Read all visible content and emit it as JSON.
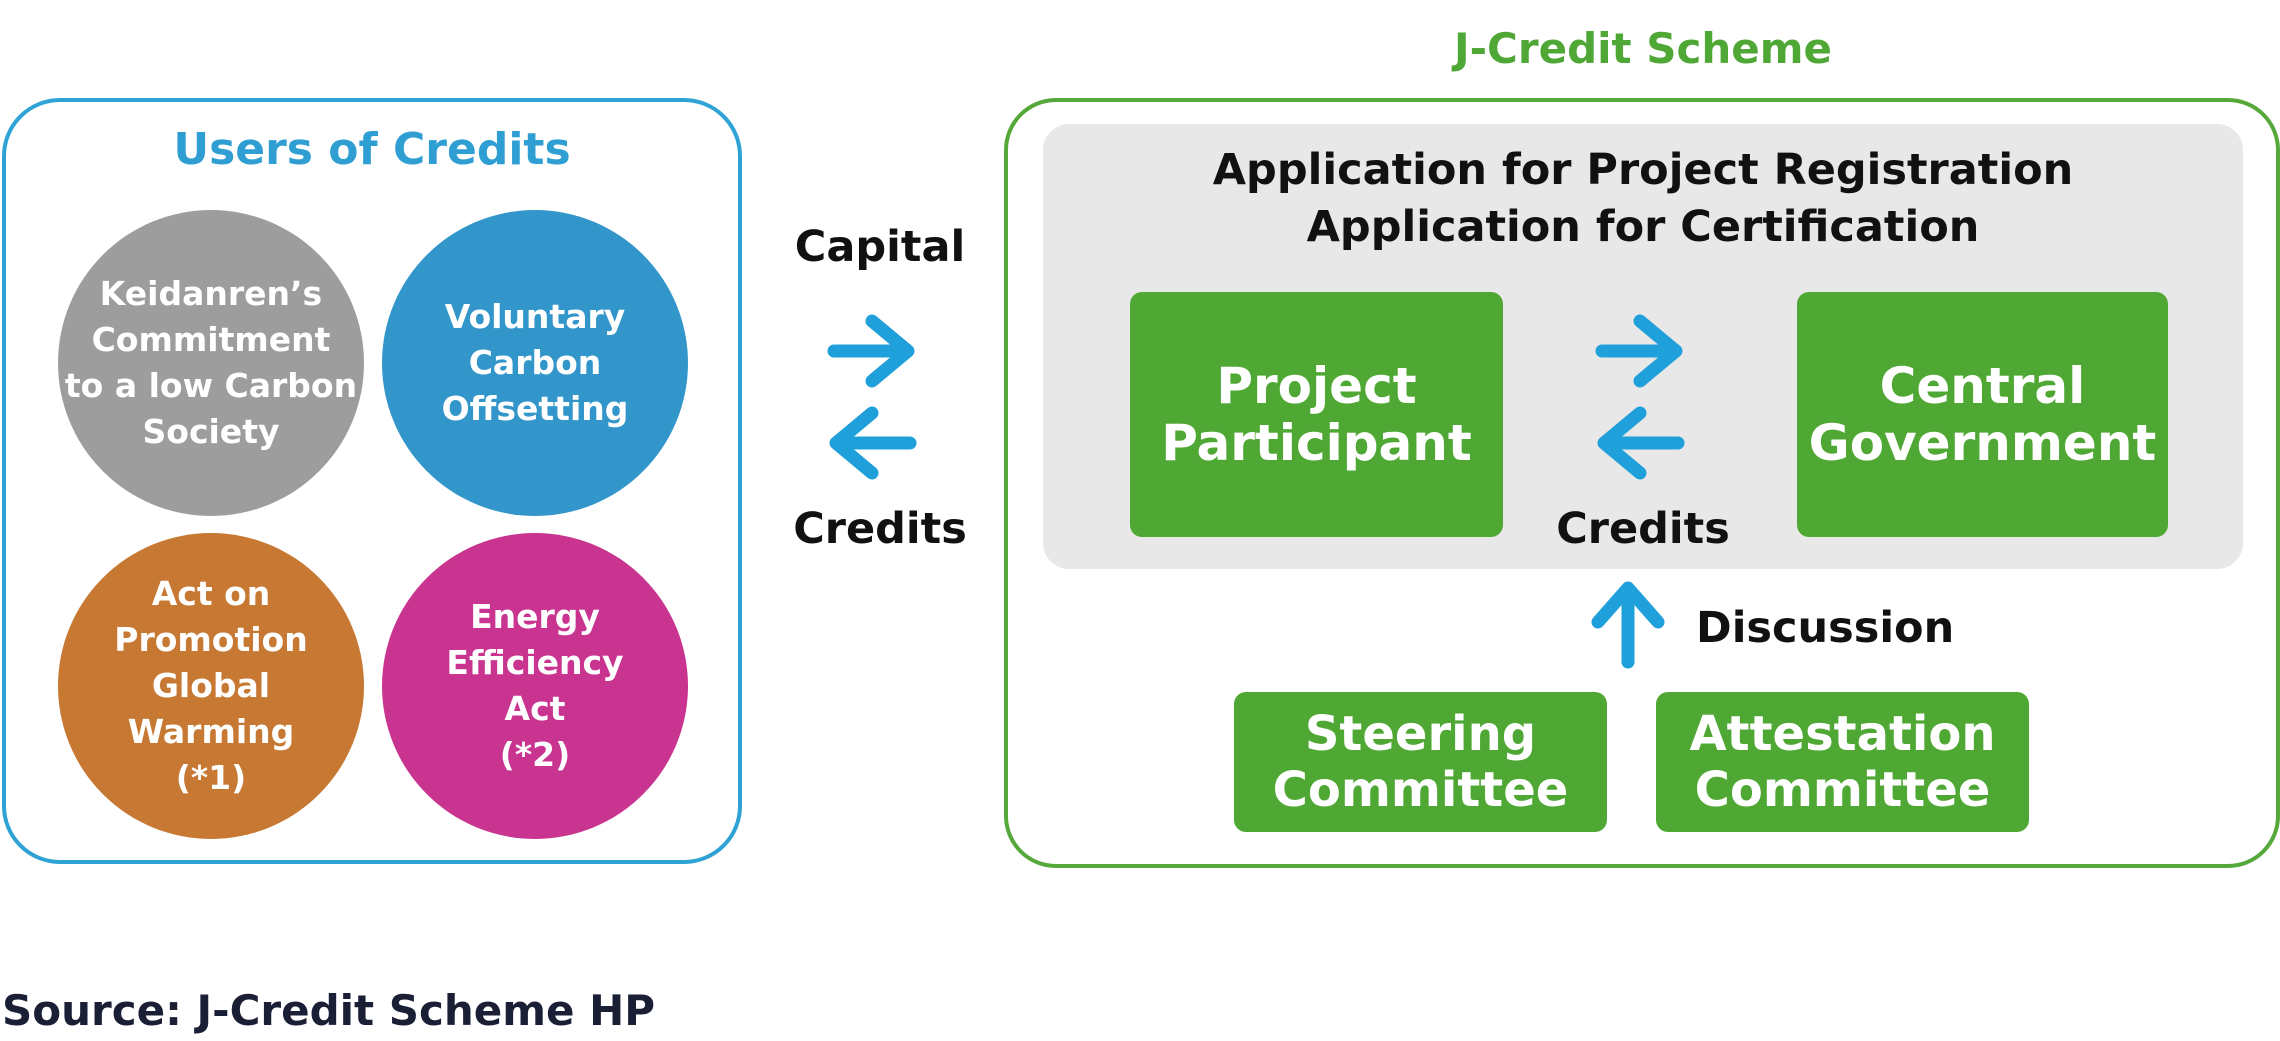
{
  "users": {
    "title": "Users of Credits",
    "circles": [
      {
        "label": "Keidanren’s\nCommitment\nto a low Carbon\nSociety",
        "color": "#9d9d9d"
      },
      {
        "label": "Voluntary\nCarbon\nOffsetting",
        "color": "#3296cb"
      },
      {
        "label": "Act on\nPromotion\nGlobal\nWarming\n(*1)",
        "color": "#c77832"
      },
      {
        "label": "Energy\nEfficiency\nAct\n(*2)",
        "color": "#c8348f"
      }
    ]
  },
  "flow": {
    "capital_label": "Capital",
    "credits_label": "Credits"
  },
  "scheme": {
    "title": "J-Credit Scheme",
    "application_line1": "Application for Project Registration",
    "application_line2": "Application for Certification",
    "project_participant": "Project\nParticipant",
    "central_government": "Central\nGovernment",
    "credits_label": "Credits",
    "discussion_label": "Discussion",
    "steering_committee": "Steering\nCommittee",
    "attestation_committee": "Attestation\nCommittee"
  },
  "colors": {
    "blue_border": "#2fa3d6",
    "green": "#4ea833",
    "arrow_blue": "#1fa0db",
    "grey_panel": "#e8e8e8"
  },
  "source": "Source: J-Credit Scheme HP"
}
